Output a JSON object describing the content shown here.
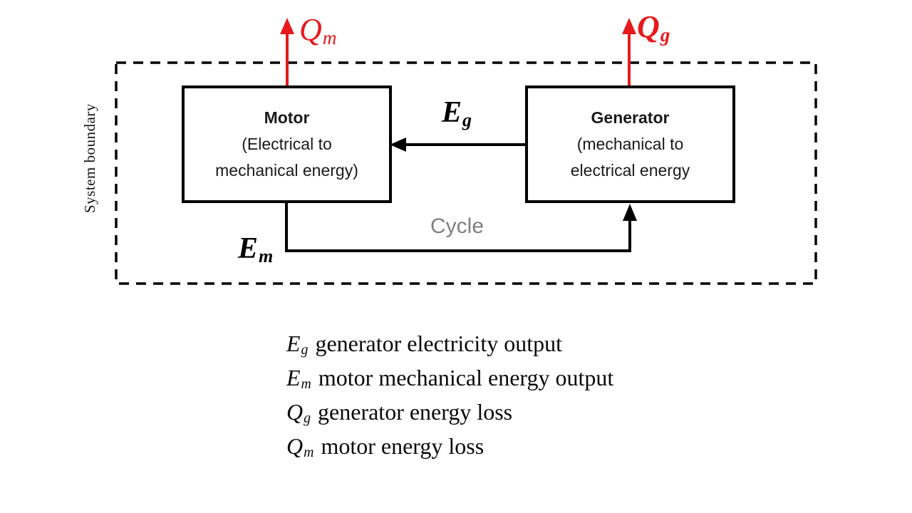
{
  "colors": {
    "arrow_red": "#e8191d",
    "cycle_gray": "#7f7f7f",
    "line_black": "#000000"
  },
  "boundary": {
    "label": "System boundary"
  },
  "motor_box": {
    "title": "Motor",
    "line1": "(Electrical to",
    "line2": "mechanical energy)"
  },
  "generator_box": {
    "title": "Generator",
    "line1": "(mechanical to",
    "line2": "electrical energy"
  },
  "labels": {
    "qm": {
      "base": "Q",
      "sub": "m"
    },
    "qg": {
      "base": "Q",
      "sub": "g"
    },
    "eg": {
      "base": "E",
      "sub": "g"
    },
    "em": {
      "base": "E",
      "sub": "m"
    },
    "cycle": "Cycle"
  },
  "legend": {
    "items": [
      {
        "symbol_base": "E",
        "symbol_sub": "g",
        "description": "generator electricity output"
      },
      {
        "symbol_base": "E",
        "symbol_sub": "m",
        "description": "motor mechanical energy output"
      },
      {
        "symbol_base": "Q",
        "symbol_sub": "g",
        "description": "generator energy loss"
      },
      {
        "symbol_base": "Q",
        "symbol_sub": "m",
        "description": "motor energy loss"
      }
    ]
  }
}
